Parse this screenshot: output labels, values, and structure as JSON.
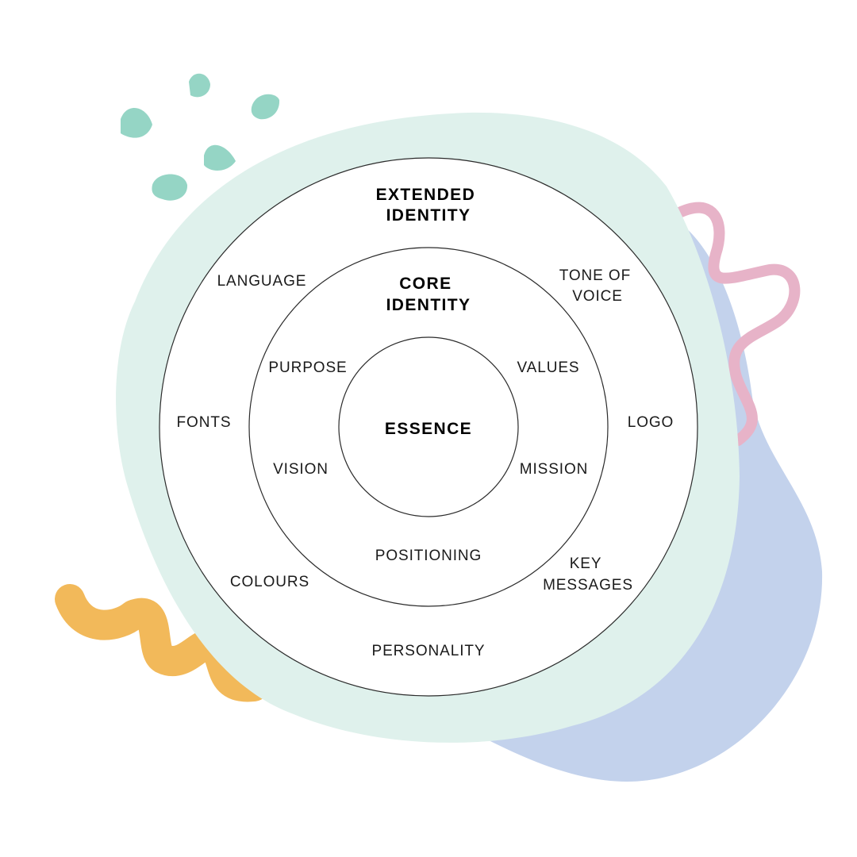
{
  "colors": {
    "mint_blob": "#dff1ec",
    "periwinkle_blob": "#c3d2ec",
    "mint_dots": "#95d5c5",
    "pink_squiggle": "#e7b3c8",
    "orange_squiggle": "#f2b95a",
    "ring_stroke": "#2b2b2b"
  },
  "headings": {
    "extended": [
      "EXTENDED",
      "IDENTITY"
    ],
    "core": [
      "CORE",
      "IDENTITY"
    ],
    "essence": "ESSENCE"
  },
  "extended_items": {
    "language": "LANGUAGE",
    "tone_of_voice": [
      "TONE OF",
      "VOICE"
    ],
    "fonts": "FONTS",
    "logo": "LOGO",
    "colours": "COLOURS",
    "key_messages": [
      "KEY",
      "MESSAGES"
    ],
    "personality": "PERSONALITY"
  },
  "core_items": {
    "purpose": "PURPOSE",
    "values": "VALUES",
    "vision": "VISION",
    "mission": "MISSION",
    "positioning": "POSITIONING"
  }
}
